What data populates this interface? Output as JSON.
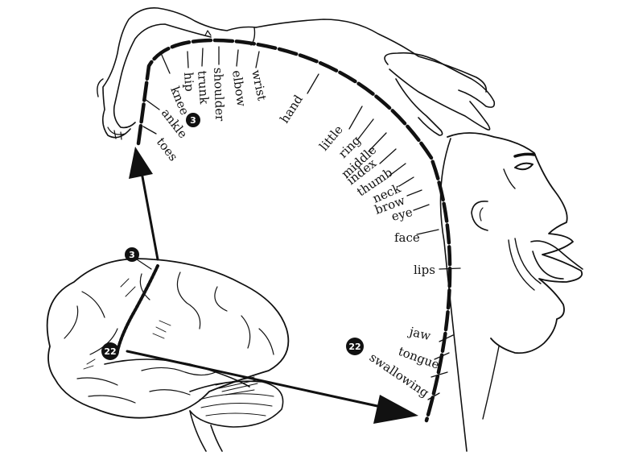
{
  "homunculus": {
    "body_labels": [
      "toes",
      "ankle",
      "knee",
      "hip",
      "trunk",
      "shoulder",
      "elbow",
      "wrist",
      "hand"
    ],
    "hand_labels": [
      "little",
      "ring",
      "middle",
      "index",
      "thumb"
    ],
    "head_labels": [
      "neck",
      "brow",
      "eye",
      "face",
      "lips"
    ],
    "mouth_labels": [
      "jaw",
      "tongue",
      "swallowing"
    ]
  },
  "markers": {
    "upper": "3",
    "lower": "22"
  }
}
